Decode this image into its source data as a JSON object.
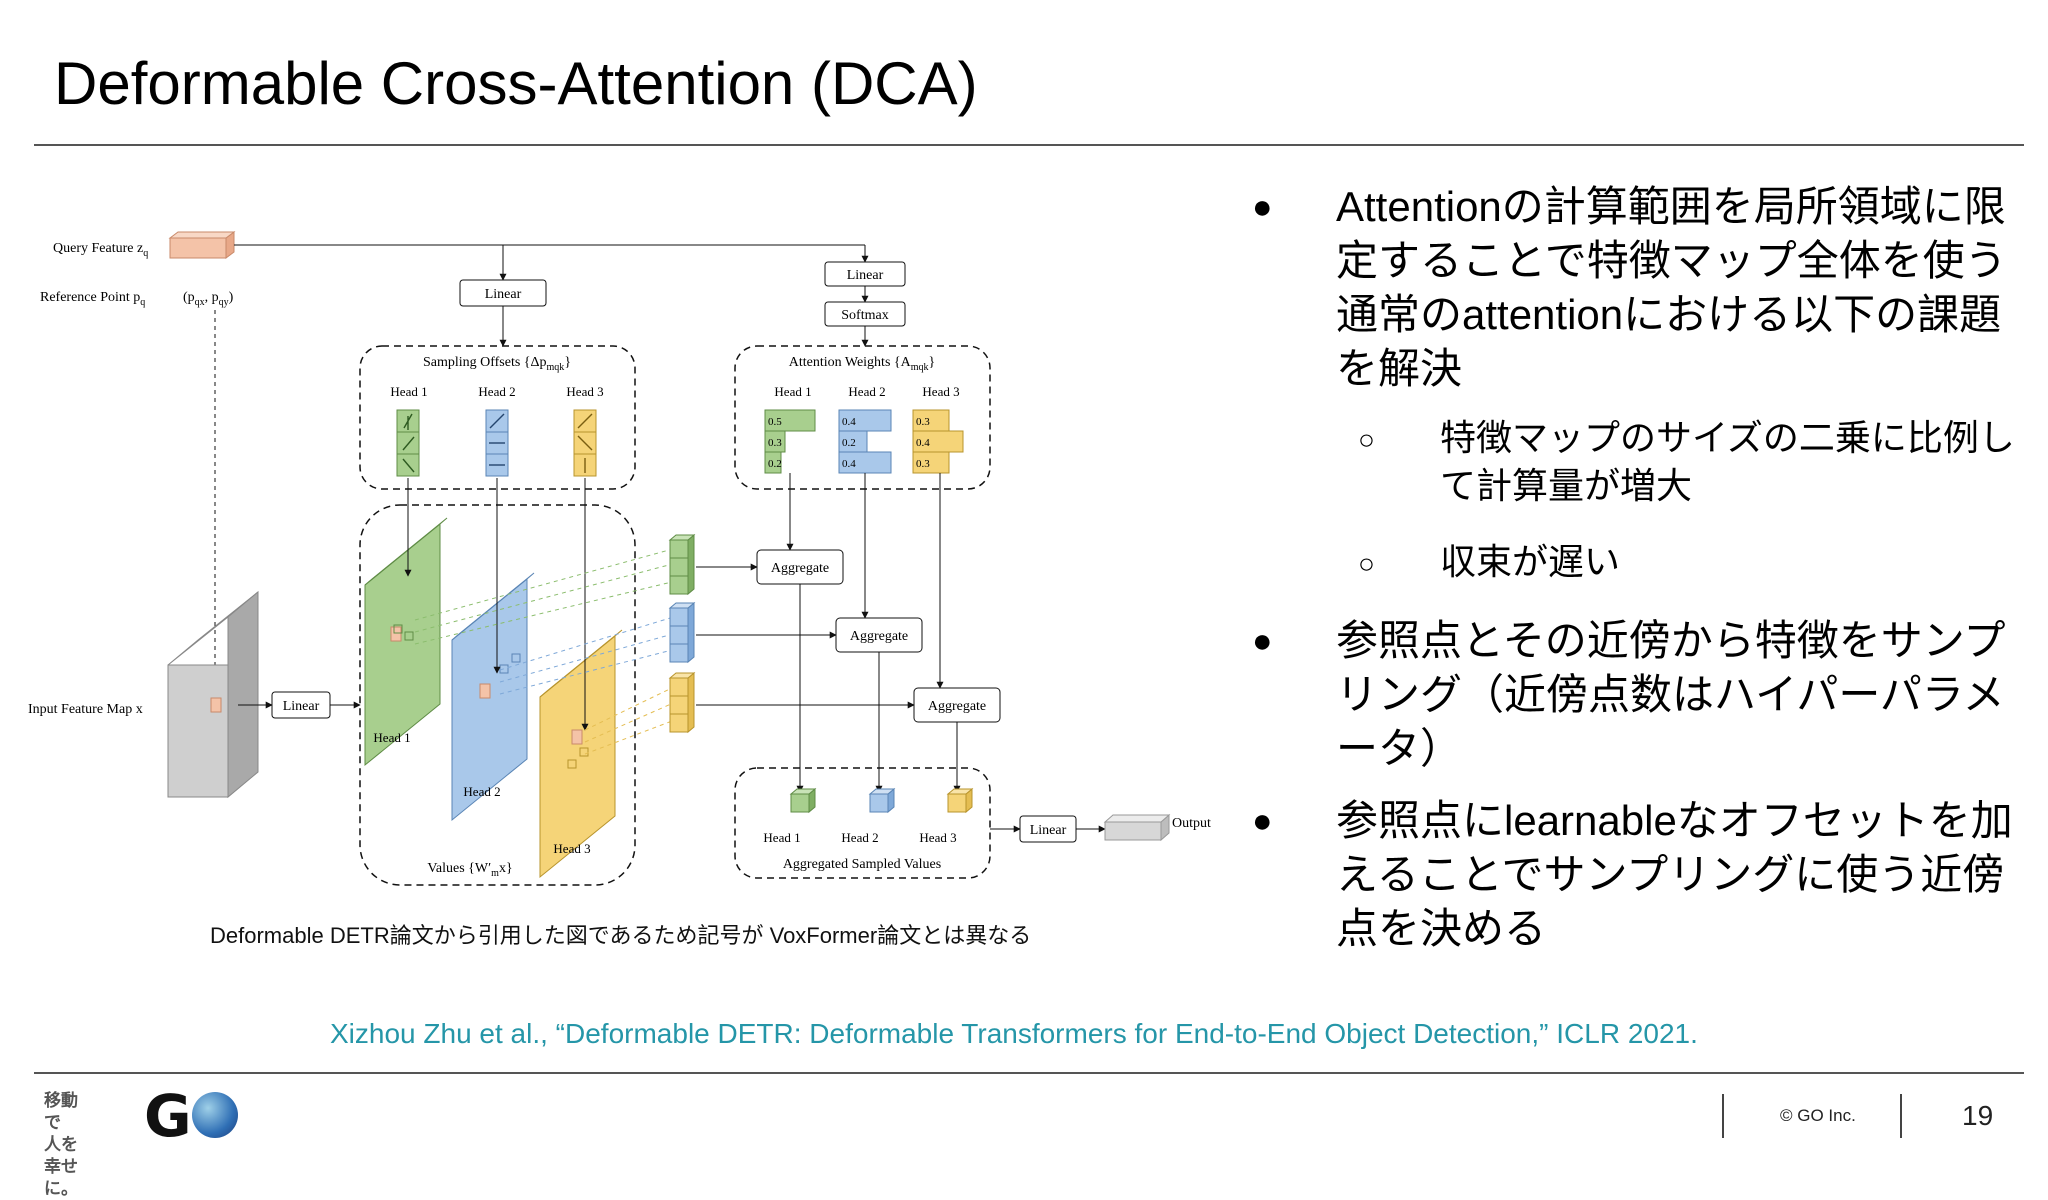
{
  "slide": {
    "title": "Deformable Cross-Attention (DCA)",
    "caption": "Deformable DETR論文から引用した図であるため記号が  VoxFormer論文とは異なる",
    "citation": "Xizhou Zhu et al., “Deformable DETR: Deformable Transformers for End-to-End Object Detection,” ICLR 2021.",
    "bullets": [
      {
        "level": 1,
        "text": "Attentionの計算範囲を局所領域に限定することで特徴マップ全体を使う通常のattentionにおける以下の課題を解決"
      },
      {
        "level": 2,
        "text": "特徴マップのサイズの二乗に比例して計算量が増大"
      },
      {
        "level": 2,
        "text": "収束が遅い"
      },
      {
        "level": 1,
        "text": "参照点とその近傍から特徴をサンプリング（近傍点数はハイパーパラメータ）"
      },
      {
        "level": 1,
        "text": "参照点にlearnableなオフセットを加えることでサンプリングに使う近傍点を決める"
      }
    ],
    "bullet_marker": "●",
    "sub_bullet_marker": "○"
  },
  "footer": {
    "logo_line1": "移動で",
    "logo_line2": "人を幸せに。",
    "logo_mark": "G",
    "copyright": "© GO Inc.",
    "page_number": "19"
  },
  "diagram": {
    "query_feature": "Query Feature z",
    "query_sub": "q",
    "reference_point": "Reference Point p",
    "reference_sub": "q",
    "reference_coords": "(p",
    "reference_coords_qx": "qx",
    "reference_coords_mid": ", p",
    "reference_coords_qy": "qy",
    "reference_coords_end": ")",
    "input_feature_map": "Input Feature Map x",
    "linear": "Linear",
    "softmax": "Softmax",
    "sampling_offsets": "Sampling Offsets {Δp",
    "sampling_offsets_sub": "mqk",
    "sampling_offsets_end": "}",
    "attention_weights": "Attention Weights {A",
    "attention_weights_sub": "mqk",
    "attention_weights_end": "}",
    "heads": [
      "Head 1",
      "Head 2",
      "Head 3"
    ],
    "values_label": "Values {W′",
    "values_sub": "m",
    "values_end": "x}",
    "aggregate": "Aggregate",
    "aggregated_sampled_values": "Aggregated Sampled Values",
    "output": "Output",
    "weights": [
      [
        "0.5",
        "0.3",
        "0.2"
      ],
      [
        "0.4",
        "0.2",
        "0.4"
      ],
      [
        "0.3",
        "0.4",
        "0.3"
      ]
    ],
    "colors": {
      "green": "#a8cf8e",
      "blue": "#a9c8ea",
      "yellow": "#f5d478",
      "query": "#f4c3a8",
      "gray": "#cfcfcf"
    }
  }
}
